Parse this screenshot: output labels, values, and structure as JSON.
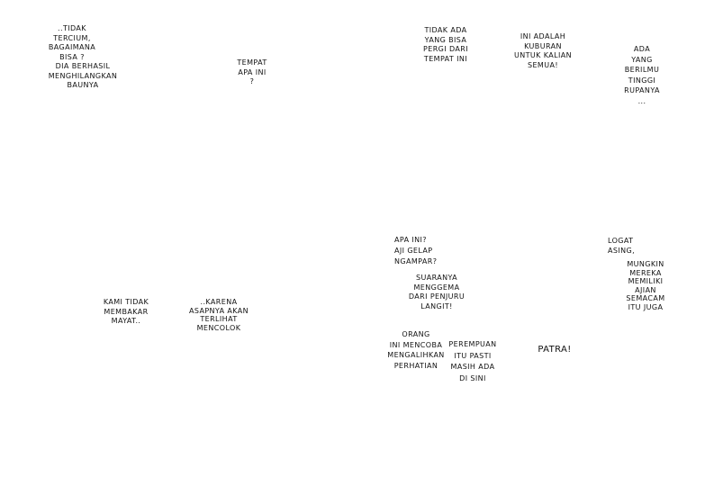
{
  "dialogues": {
    "d1": "..TIDAK\nTERCIUM,\nBAGAIMANA\nBISA ?",
    "d2": "DIA BERHASIL\nMENGHILANGKAN\nBAUNYA",
    "d3": "TEMPAT\nAPA INI\n?",
    "d4": "TIDAK ADA\nYANG BISA\nPERGI DARI\nTEMPAT INI",
    "d5": "INI ADALAH\nKUBURAN\nUNTUK KALIAN\nSEMUA!",
    "d6": "ADA\nYANG\nBERILMU\nTINGGI\nRUPANYA\n...",
    "d7": "APA INI?\nAJI GELAP\nNGAMPAR?",
    "d8": "SUARANYA\nMENGGEMA\nDARI PENJURU\nLANGIT!",
    "d9": "LOGAT\nASING,",
    "d10": "MUNGKIN\nMEREKA\nMEMILIKI\nAJIAN SEMACAM\nITU JUGA",
    "d11": "ORANG\nINI MENCOBA\nMENGALIHKAN\nPERHATIAN",
    "d12": "PEREMPUAN\nITU PASTI\nMASIH ADA\nDI SINI",
    "d13": "PATRA!",
    "d14": "KAMI TIDAK\nMEMBAKAR\nMAYAT..",
    "d15": "..KARENA\nASAPNYA AKAN\nTERLIHAT\nMENCOLOK"
  }
}
